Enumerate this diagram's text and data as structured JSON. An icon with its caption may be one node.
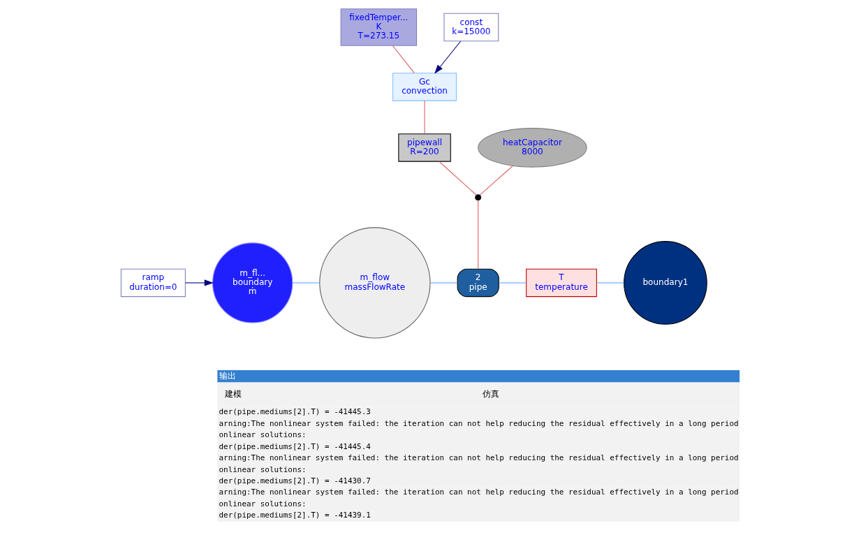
{
  "diagram": {
    "nodes": [
      {
        "text": [
          "fixedTemper...",
          "K",
          "T=273.15"
        ]
      },
      {
        "text": [
          "const",
          "k=15000"
        ]
      },
      {
        "text": [
          "Gc",
          "convection"
        ]
      },
      {
        "text": [
          "pipewall",
          "R=200"
        ]
      },
      {
        "text": [
          "heatCapacitor",
          "8000"
        ]
      },
      {
        "text": [],
        "shape": "circle"
      },
      {
        "text": [
          "ramp",
          "duration=0"
        ]
      },
      {
        "text": [
          "m_fl...",
          "boundary",
          "ṁ"
        ]
      },
      {
        "text": [
          "m_flow",
          "massFlowRate"
        ]
      },
      {
        "text": [
          "2",
          "pipe"
        ]
      },
      {
        "text": [
          "T",
          "temperature"
        ]
      },
      {
        "text": [
          "boundary1"
        ]
      }
    ],
    "edges": [
      {
        "from": 0,
        "to": 2,
        "arrow": "none"
      },
      {
        "from": 1,
        "to": 2,
        "arrow": "to",
        "color": "#000080"
      },
      {
        "from": 2,
        "to": 3,
        "arrow": "none"
      },
      {
        "from": 3,
        "to": 5,
        "arrow": "none"
      },
      {
        "from": 4,
        "to": 5,
        "arrow": "none"
      },
      {
        "from": 5,
        "to": 9,
        "arrow": "none"
      },
      {
        "from": 6,
        "to": 7,
        "arrow": "to",
        "color": "#000080"
      },
      {
        "from": 7,
        "to": 8,
        "arrow": "none",
        "color": "#4da6ff"
      },
      {
        "from": 8,
        "to": 9,
        "arrow": "none",
        "color": "#4da6ff"
      },
      {
        "from": 9,
        "to": 10,
        "arrow": "none",
        "color": "#4da6ff"
      },
      {
        "from": 10,
        "to": 11,
        "arrow": "none",
        "color": "#4da6ff"
      }
    ],
    "labels": [
      "输出",
      "建模",
      "仿真",
      " der(pipe.mediums[2].T) = -41445.3",
      "arning:The nonlinear system failed: the iteration can not help reducing the residual effectively in a long period",
      "onlinear solutions:",
      " der(pipe.mediums[2].T) = -41445.4",
      "arning:The nonlinear system failed: the iteration can not help reducing the residual effectively in a long period",
      "onlinear solutions:",
      " der(pipe.mediums[2].T) = -41430.7",
      "arning:The nonlinear system failed: the iteration can not help reducing the residual effectively in a long period",
      "onlinear solutions:",
      " der(pipe.mediums[2].T) = -41439.1"
    ]
  }
}
